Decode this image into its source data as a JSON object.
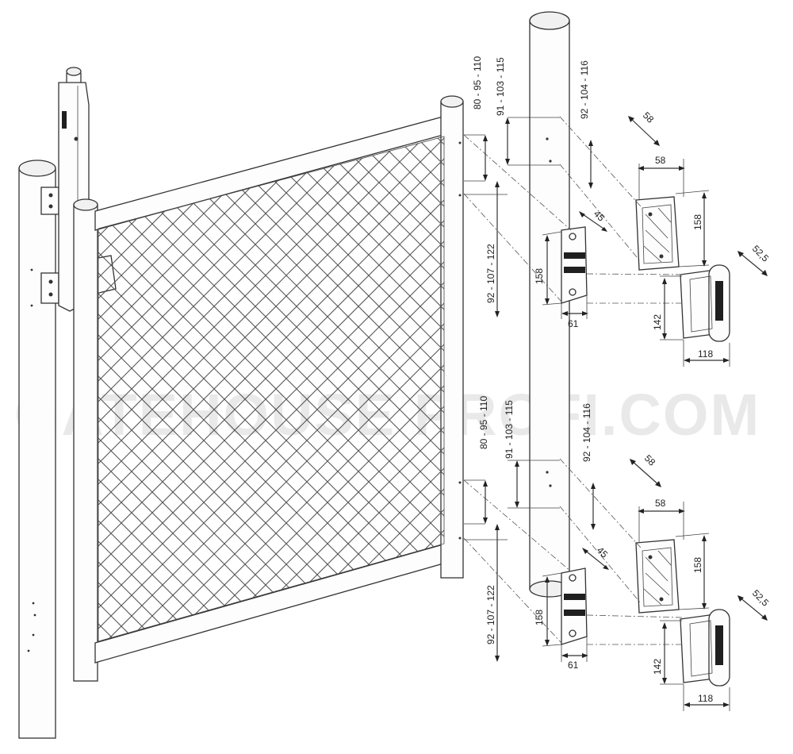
{
  "watermark": "GATEHOUSE PROFI.COM",
  "upper_hinge": {
    "gate_spacing": "80 - 95 - 110",
    "post_spacing": "91 - 103 - 115",
    "post_pitch": "92 - 104 - 116",
    "gate_pitch": "92 - 107 - 122",
    "plate_height": "158",
    "plate_width": "61",
    "plate_offset": "45",
    "bracket_depth_a": "58",
    "bracket_depth_b": "58",
    "bracket_height": "158",
    "closer_depth": "52,5",
    "closer_height": "142",
    "closer_width": "118"
  },
  "lower_hinge": {
    "gate_spacing": "80 - 95 - 110",
    "post_spacing": "91 - 103 - 115",
    "post_pitch": "92 - 104 - 116",
    "gate_pitch": "92 - 107 - 122",
    "plate_height": "158",
    "plate_width": "61",
    "plate_offset": "45",
    "bracket_depth_a": "58",
    "bracket_depth_b": "58",
    "bracket_height": "158",
    "closer_depth": "52,5",
    "closer_height": "142",
    "closer_width": "118"
  }
}
